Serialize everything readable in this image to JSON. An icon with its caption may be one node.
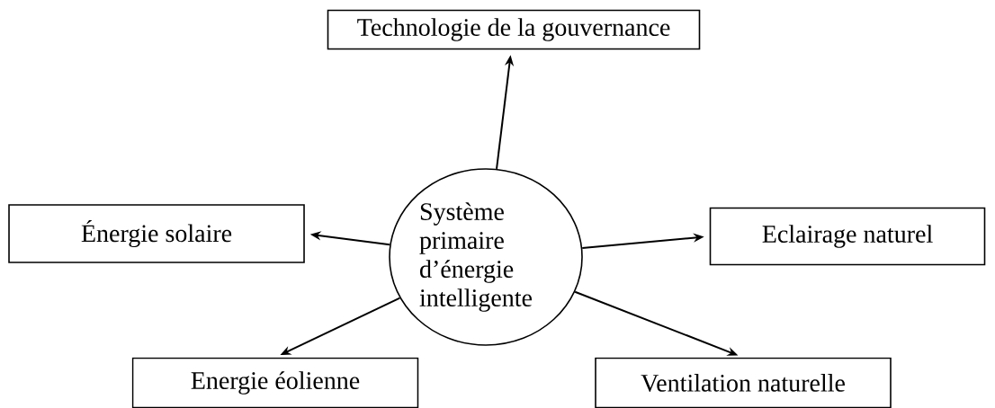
{
  "diagram": {
    "nodes": [
      {
        "text": [
          "Système primaire d’énergie intelligente"
        ]
      },
      {
        "text": [
          "Technologie de la gouvernance"
        ]
      },
      {
        "text": [
          "Énergie solaire"
        ]
      },
      {
        "text": [
          "Eclairage naturel"
        ]
      },
      {
        "text": [
          "Energie éolienne"
        ]
      },
      {
        "text": [
          "Ventilation naturelle"
        ]
      }
    ],
    "edges": [
      {
        "from": 0,
        "to": 1,
        "arrow": "to"
      },
      {
        "from": 0,
        "to": 2,
        "arrow": "to"
      },
      {
        "from": 0,
        "to": 3,
        "arrow": "to"
      },
      {
        "from": 0,
        "to": 4,
        "arrow": "to"
      },
      {
        "from": 0,
        "to": 5,
        "arrow": "to"
      }
    ]
  }
}
